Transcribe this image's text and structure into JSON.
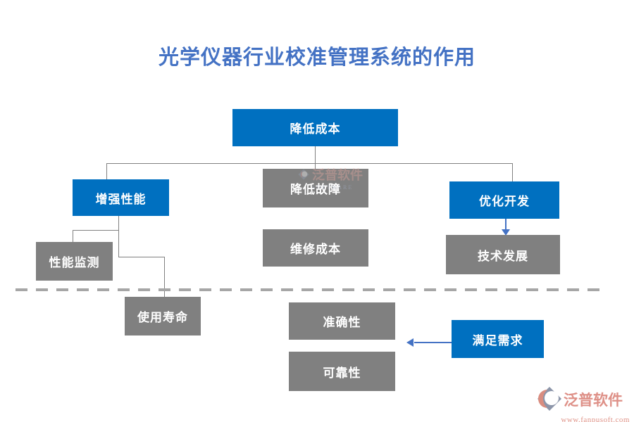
{
  "title": "光学仪器行业校准管理系统的作用",
  "colors": {
    "node_blue": "#0070C0",
    "node_gray": "#808080",
    "title_blue": "#4472C4",
    "arrow_blue": "#4472C4",
    "dashed_gray": "#A6A6A6",
    "watermark_salmon": "#DE9087"
  },
  "nodes": {
    "reduce_cost": "降低成本",
    "enhance_performance": "增强性能",
    "reduce_failure": "降低故障",
    "optimize_development": "优化开发",
    "performance_monitoring": "性能监测",
    "maintenance_cost": "维修成本",
    "technology_development": "技术发展",
    "service_life": "使用寿命",
    "accuracy": "准确性",
    "reliability": "可靠性",
    "meet_demand": "满足需求"
  },
  "center_watermark": {
    "brand": "泛普软件",
    "subtext": "SOFTWARE"
  },
  "brand_watermark": {
    "brand": "泛普软件",
    "url": "www.fanpusoft.com"
  }
}
